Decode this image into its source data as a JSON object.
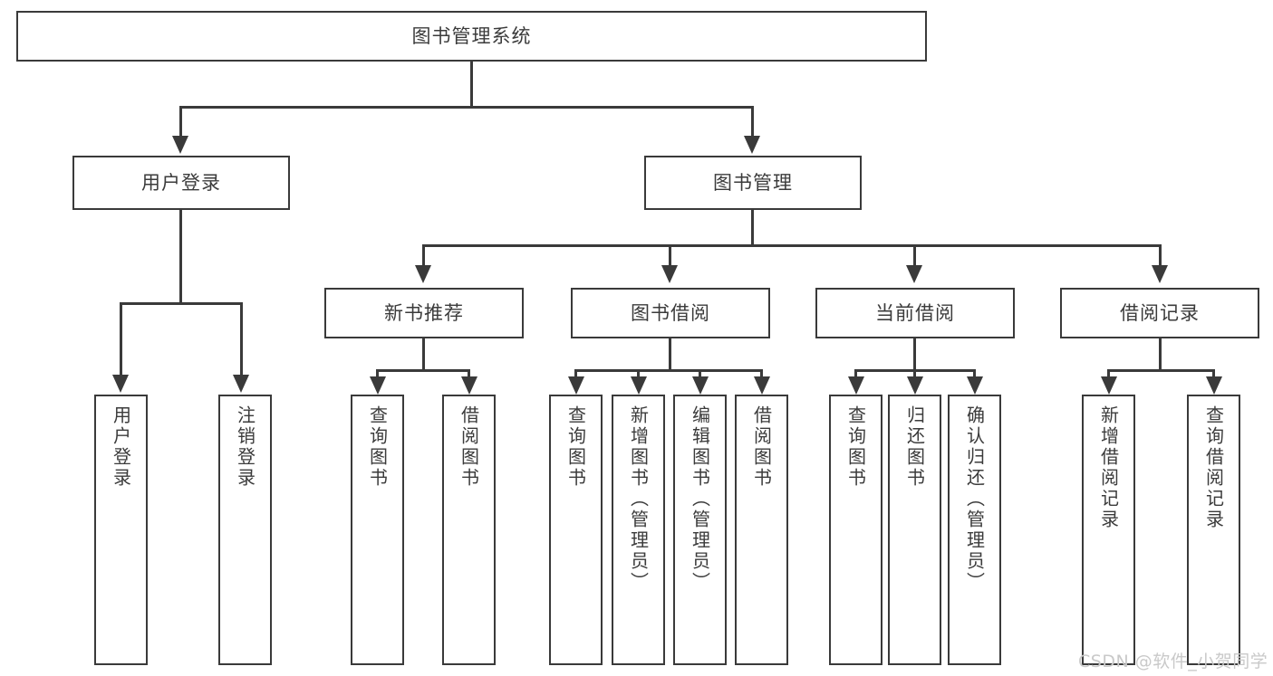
{
  "diagram": {
    "type": "tree-hierarchy-chart",
    "title": "图书管理系统",
    "background_color": "#ffffff",
    "line_color": "#3a3a3a",
    "text_color": "#3b3b3b"
  },
  "root": {
    "label": "图书管理系统"
  },
  "level2": [
    {
      "label": "用户登录"
    },
    {
      "label": "图书管理"
    }
  ],
  "level3": [
    {
      "label": "新书推荐"
    },
    {
      "label": "图书借阅"
    },
    {
      "label": "当前借阅"
    },
    {
      "label": "借阅记录"
    }
  ],
  "leaves": {
    "user_login": [
      {
        "label": "用户登录"
      },
      {
        "label": "注销登录"
      }
    ],
    "new_book_recommend": [
      {
        "label": "查询图书"
      },
      {
        "label": "借阅图书"
      }
    ],
    "book_borrow": [
      {
        "label": "查询图书"
      },
      {
        "label": "新增图书（管理员）"
      },
      {
        "label": "编辑图书（管理员）"
      },
      {
        "label": "借阅图书"
      }
    ],
    "current_borrow": [
      {
        "label": "查询图书"
      },
      {
        "label": "归还图书"
      },
      {
        "label": "确认归还（管理员）"
      }
    ],
    "borrow_record": [
      {
        "label": "新增借阅记录"
      },
      {
        "label": "查询借阅记录"
      }
    ]
  },
  "watermark": {
    "text": "CSDN @软件_小贺同学"
  }
}
